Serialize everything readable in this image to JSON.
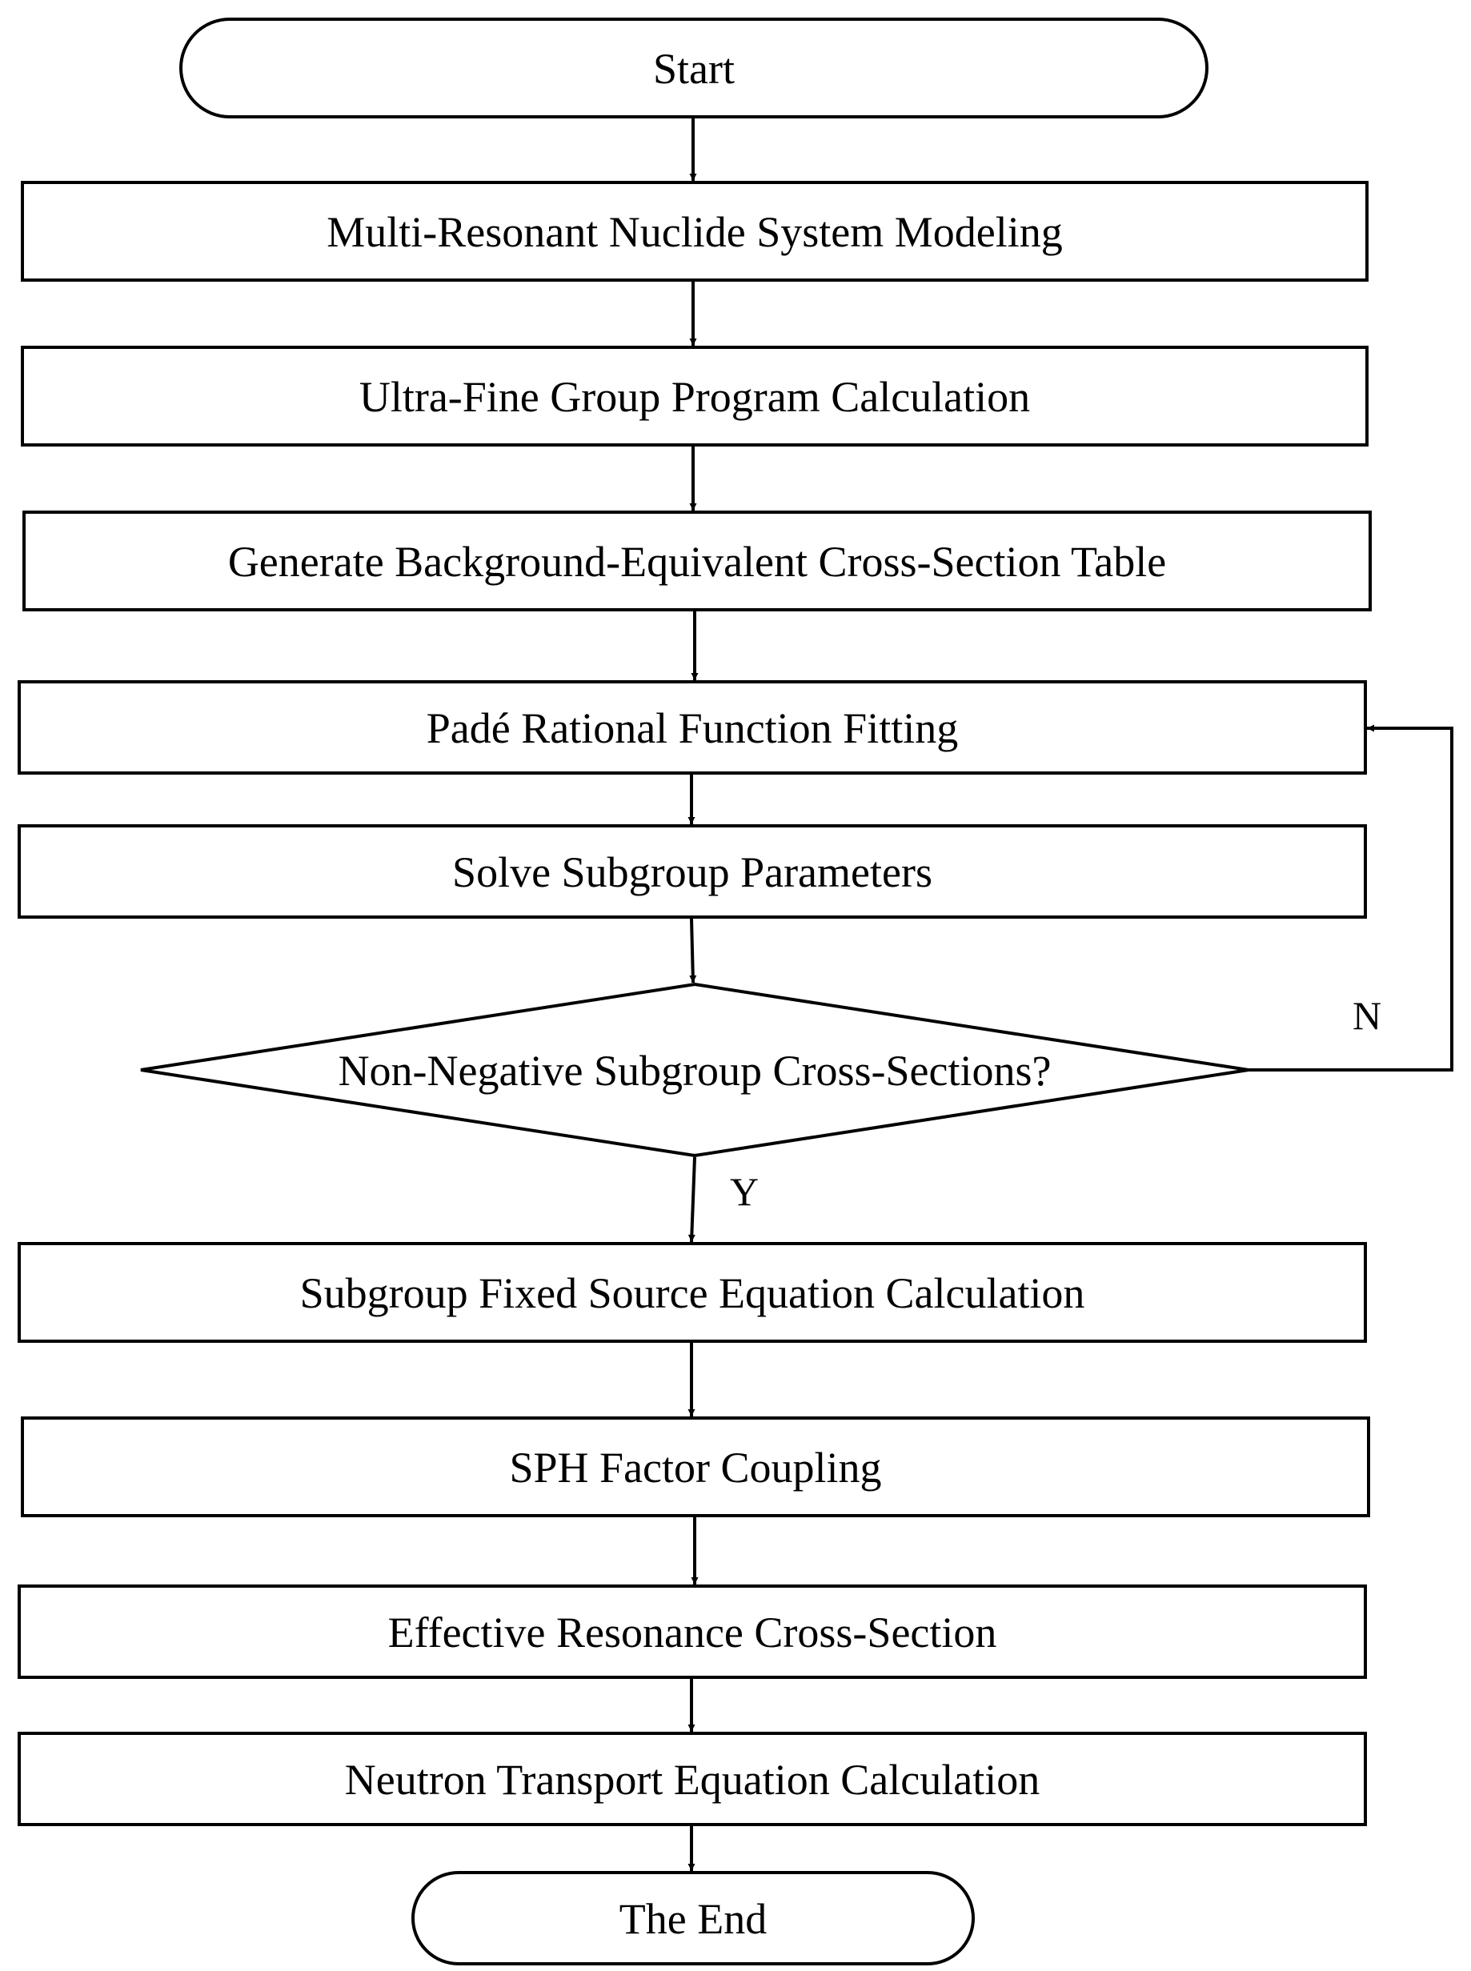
{
  "flowchart": {
    "start": "Start",
    "steps": {
      "modeling": "Multi-Resonant Nuclide System Modeling",
      "ultrafine": "Ultra-Fine Group Program Calculation",
      "background": "Generate Background-Equivalent Cross-Section Table",
      "pade": "Padé Rational Function Fitting",
      "solve": "Solve Subgroup Parameters",
      "fixed_source": "Subgroup Fixed Source Equation Calculation",
      "sph": "SPH Factor Coupling",
      "effective": "Effective Resonance Cross-Section",
      "transport": "Neutron Transport Equation Calculation"
    },
    "decision": "Non-Negative Subgroup Cross-Sections?",
    "yes_label": "Y",
    "no_label": "N",
    "end": "The End"
  }
}
